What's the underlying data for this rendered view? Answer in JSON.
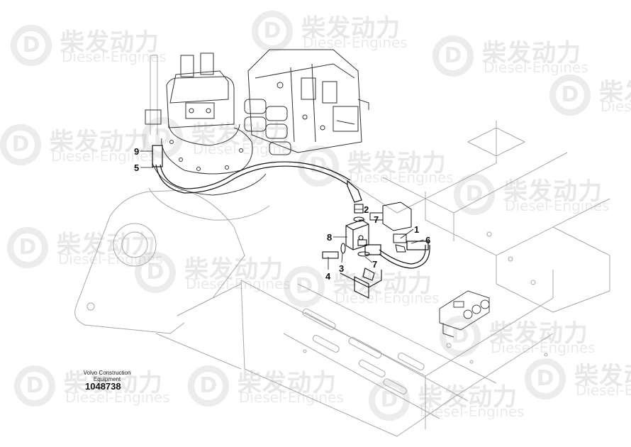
{
  "watermark": {
    "brand_cn": "柴发动力",
    "brand_en": "Diesel-Engines",
    "logo_letter": "D"
  },
  "callouts": [
    {
      "id": "c9",
      "text": "9"
    },
    {
      "id": "c5",
      "text": "5"
    },
    {
      "id": "c2",
      "text": "2"
    },
    {
      "id": "c7a",
      "text": "7"
    },
    {
      "id": "c8",
      "text": "8"
    },
    {
      "id": "c1",
      "text": "1"
    },
    {
      "id": "c6",
      "text": "6"
    },
    {
      "id": "c4",
      "text": "4"
    },
    {
      "id": "c3",
      "text": "3"
    },
    {
      "id": "c7b",
      "text": "7"
    }
  ],
  "footer": {
    "credit_line1": "Volvo Construction",
    "credit_line2": "Equipment",
    "document_number": "1048738"
  }
}
